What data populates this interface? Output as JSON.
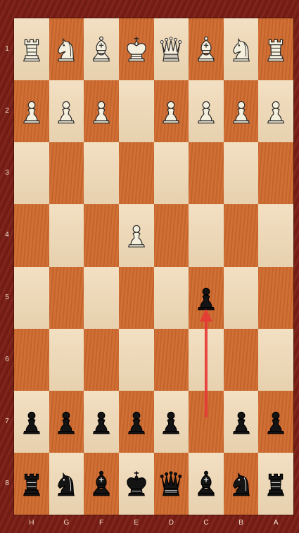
{
  "board": {
    "rank_labels": [
      "1",
      "2",
      "3",
      "4",
      "5",
      "6",
      "7",
      "8"
    ],
    "file_labels": [
      "H",
      "G",
      "F",
      "E",
      "D",
      "C",
      "B",
      "A"
    ],
    "squares": [
      [
        "white-rook",
        "white-knight",
        "white-bishop",
        "white-king",
        "white-queen",
        "white-bishop",
        "white-knight",
        "white-rook"
      ],
      [
        "white-pawn",
        "white-pawn",
        "white-pawn",
        "",
        "white-pawn",
        "white-pawn",
        "white-pawn",
        "white-pawn"
      ],
      [
        "",
        "",
        "",
        "",
        "",
        "",
        "",
        ""
      ],
      [
        "",
        "",
        "",
        "white-pawn",
        "",
        "",
        "",
        ""
      ],
      [
        "",
        "",
        "",
        "",
        "",
        "black-pawn",
        "",
        ""
      ],
      [
        "",
        "",
        "",
        "",
        "",
        "",
        "",
        ""
      ],
      [
        "black-pawn",
        "black-pawn",
        "black-pawn",
        "black-pawn",
        "black-pawn",
        "",
        "black-pawn",
        "black-pawn"
      ],
      [
        "black-rook",
        "black-knight",
        "black-bishop",
        "black-king",
        "black-queen",
        "black-bishop",
        "black-knight",
        "black-rook"
      ]
    ]
  },
  "move_arrow": {
    "from": "c7",
    "to": "c5",
    "color": "#e53935"
  },
  "colors": {
    "light_square": "#f0d9b5",
    "dark_square": "#cf6a2e",
    "frame": "#7d1f16",
    "white_piece": "#f5efdd",
    "black_piece": "#141414"
  }
}
